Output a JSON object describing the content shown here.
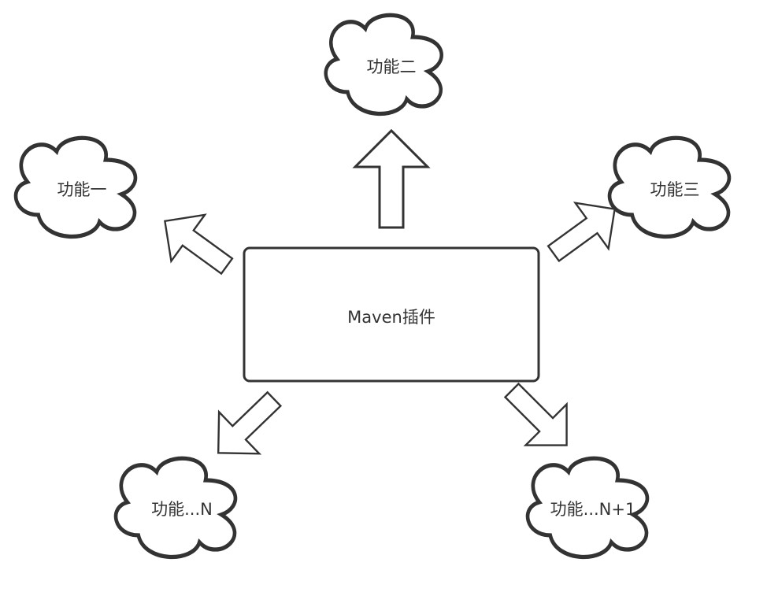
{
  "center": {
    "label": "Maven插件"
  },
  "features": [
    {
      "label": "功能二"
    },
    {
      "label": "功能一"
    },
    {
      "label": "功能三"
    },
    {
      "label": "功能...N"
    },
    {
      "label": "功能...N+1"
    }
  ],
  "colors": {
    "stroke": "#333333",
    "fill": "#ffffff"
  }
}
